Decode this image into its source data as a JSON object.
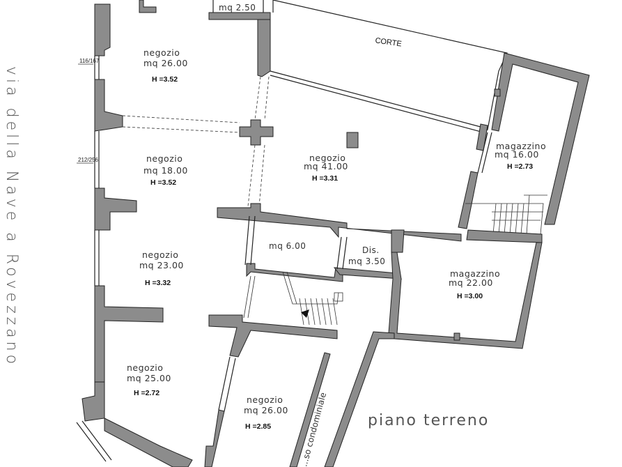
{
  "street_name": "via della Nave a Rovezzano",
  "floor_name": "piano terreno",
  "court_label": "CORTE",
  "corridor_label": "...so condominiale",
  "dimensions": {
    "top_window": "116/167",
    "mid_window": "212/256"
  },
  "rooms": [
    {
      "label": "negozio",
      "area": "mq 26.00",
      "height": "H =3.52"
    },
    {
      "label": "negozio",
      "area": "mq 18.00",
      "height": "H =3.52"
    },
    {
      "label": "negozio",
      "area": "mq 23.00",
      "height": "H =3.32"
    },
    {
      "label": "negozio",
      "area": "mq 25.00",
      "height": "H =2.72"
    },
    {
      "label": "negozio",
      "area": "mq 41.00",
      "height": "H =3.31"
    },
    {
      "label": "negozio",
      "area": "mq 26.00",
      "height": "H =2.85"
    },
    {
      "label": "magazzino",
      "area": "mq 16.00",
      "height": "H =2.73"
    },
    {
      "label": "magazzino",
      "area": "mq 22.00",
      "height": "H =3.00"
    }
  ],
  "small_rooms": [
    {
      "label": "",
      "area": "mq 2.50"
    },
    {
      "label": "",
      "area": "mq 6.00"
    },
    {
      "label": "Dis.",
      "area": "mq 3.50"
    }
  ]
}
